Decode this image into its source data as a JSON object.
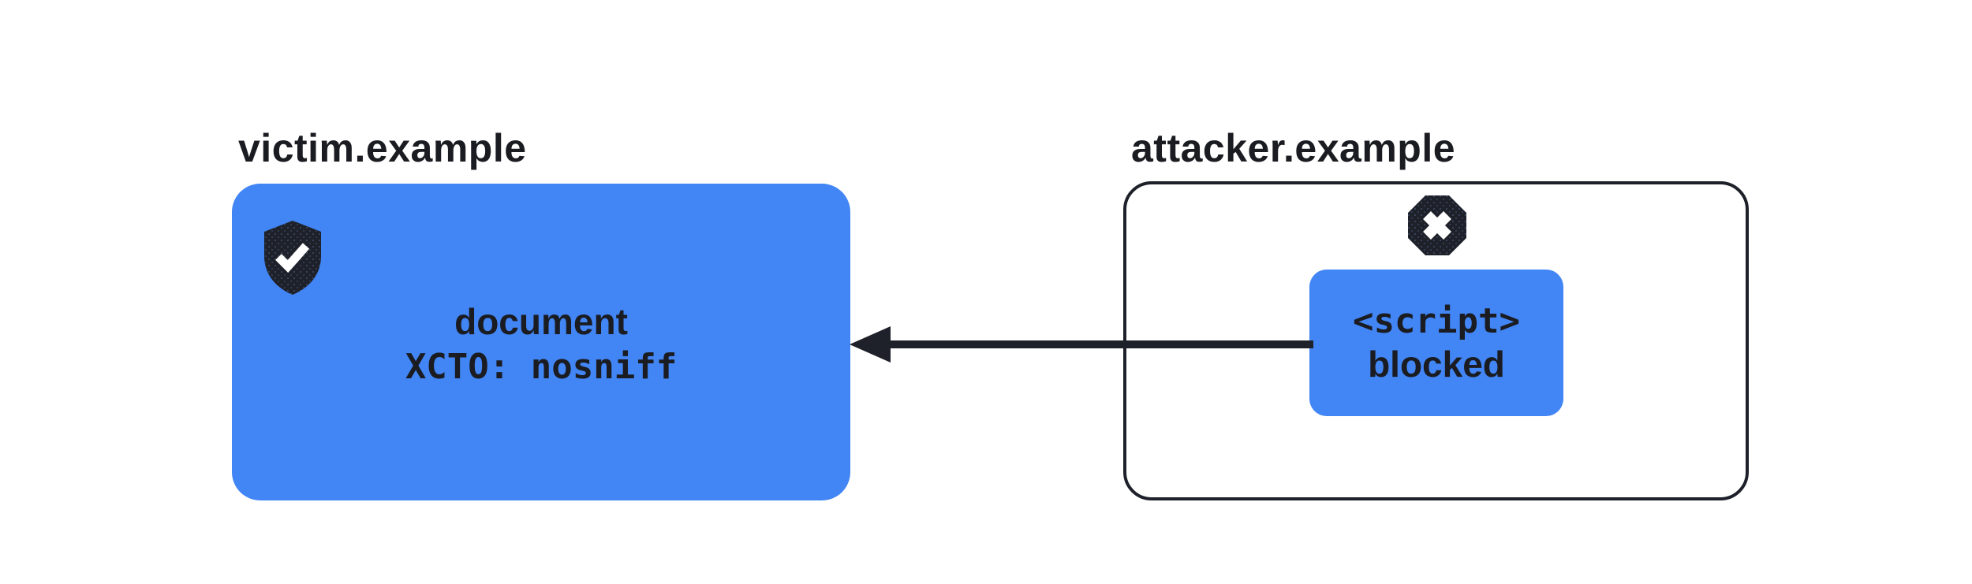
{
  "colors": {
    "accent_blue": "#4285F4",
    "dark": "#1E2129",
    "text": "#1A1C21",
    "background": "#FFFFFF"
  },
  "victim": {
    "label": "victim.example",
    "icon": "shield-check-icon",
    "box_line1": "document",
    "box_line2": "XCTO: nosniff"
  },
  "attacker": {
    "label": "attacker.example",
    "icon": "blocked-octagon-x-icon",
    "script_box": {
      "line1": "<script>",
      "line2": "blocked"
    }
  },
  "arrow": {
    "description": "cross-origin request arrow",
    "direction": "right-to-left"
  }
}
